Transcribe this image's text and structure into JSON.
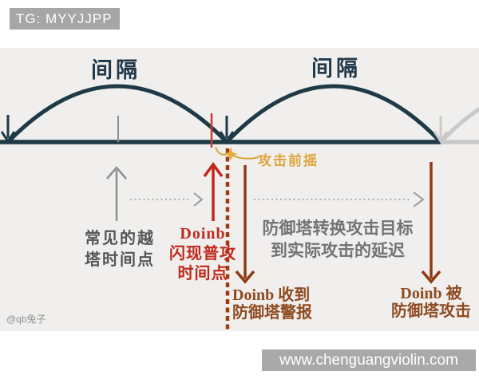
{
  "page": {
    "badge": "TG: MYYJJPP",
    "watermark": "@qb兔子",
    "website": "www.chenguangviolin.com"
  },
  "diagram": {
    "interval_1": "间隔",
    "interval_2": "间隔",
    "attack_windup": "攻击前摇",
    "common_dive_line1": "常见的越",
    "common_dive_line2": "塔时间点",
    "doinb_flash_line1": "Doinb",
    "doinb_flash_line2": "闪现普攻",
    "doinb_flash_line3": "时间点",
    "tower_delay_line1": "防御塔转换攻击目标",
    "tower_delay_line2": "到实际攻击的延迟",
    "alert_line1": "Doinb 收到",
    "alert_line2": "防御塔警报",
    "attacked_line1": "Doinb 被",
    "attacked_line2": "防御塔攻击"
  },
  "colors": {
    "diagram_background": "#f0efed",
    "timeline_navy": "#1e3a47",
    "inactive_gray": "#c9c9c9",
    "marker_gray": "#8e8e8e",
    "flash_red": "#c2271d",
    "dash_brown": "#a03a10",
    "arrow_brown": "#8d3c12",
    "label_brown": "#8f4a20",
    "spark_gold": "#e9ab3a",
    "badge_gray": "#a6a6a6"
  }
}
